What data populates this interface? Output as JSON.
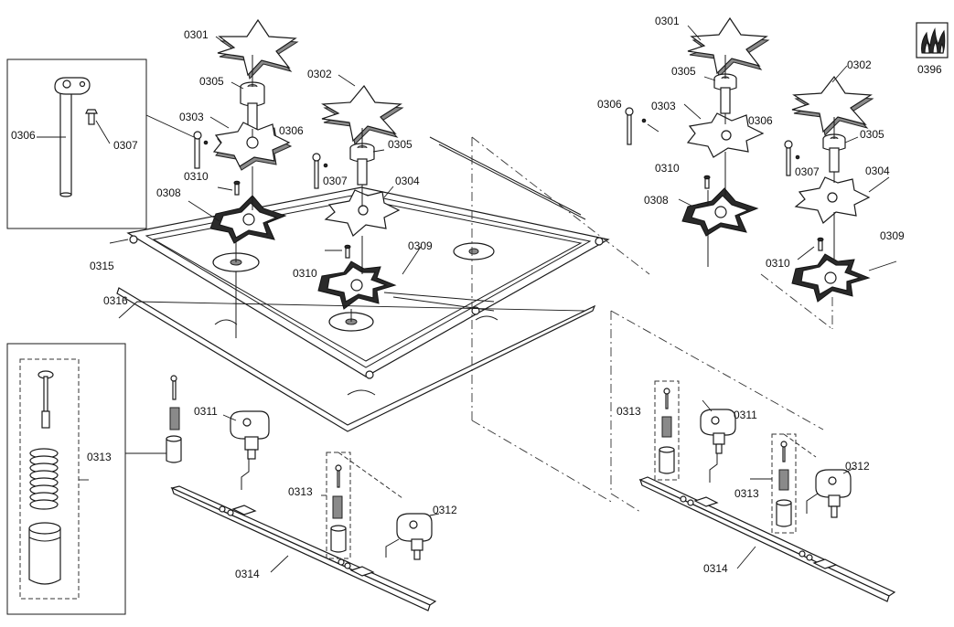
{
  "labels": {
    "p0301": "0301",
    "p0302": "0302",
    "p0303": "0303",
    "p0304": "0304",
    "p0305": "0305",
    "p0306": "0306",
    "p0307": "0307",
    "p0308": "0308",
    "p0309": "0309",
    "p0310": "0310",
    "p0311": "0311",
    "p0312": "0312",
    "p0313": "0313",
    "p0314": "0314",
    "p0315": "0315",
    "p0316": "0316",
    "p0396": "0396"
  }
}
